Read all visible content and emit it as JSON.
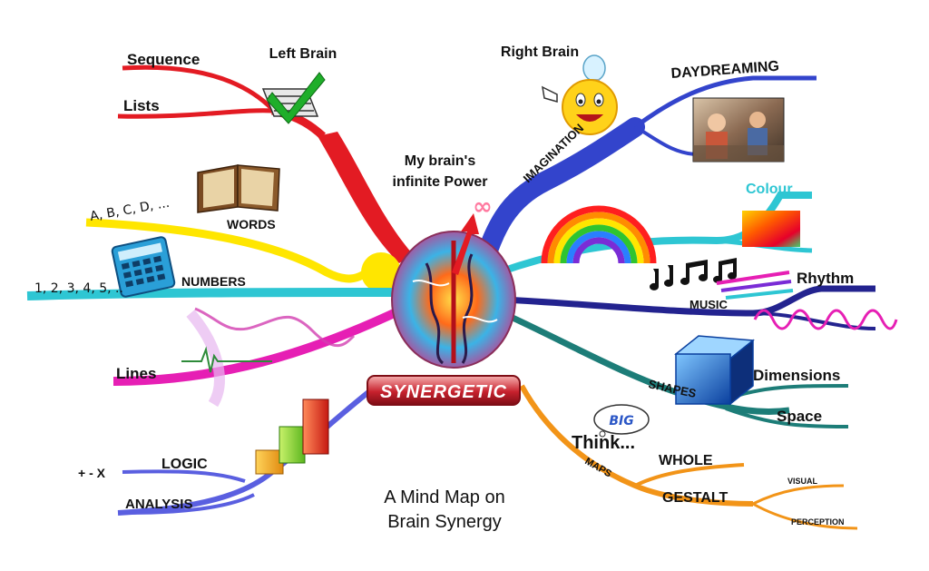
{
  "center": {
    "badge": "SYNERGETIC",
    "caption_line1": "My brain's",
    "caption_line2": "infinite Power",
    "infinity_glyph": "∞"
  },
  "title": {
    "line1": "A Mind Map on",
    "line2": "Brain Synergy"
  },
  "left_brain": {
    "label": "Left Brain",
    "branches": {
      "sequence": "Sequence",
      "lists": "Lists",
      "words": "WORDS",
      "alphabet": "A, B, C, D, ...",
      "numbers": "NUMBERS",
      "digits": "1, 2, 3, 4, 5, ..",
      "lines": "Lines",
      "logic": "LOGIC",
      "operators": "+ - X",
      "analysis": "ANALYSIS"
    }
  },
  "right_brain": {
    "label": "Right Brain",
    "branches": {
      "imagination": "IMAGINATION",
      "daydreaming": "DAYDREAMING",
      "colour": "Colour",
      "music": "MUSIC",
      "rhythm": "Rhythm",
      "shapes": "SHAPES",
      "dimensions": "Dimensions",
      "space": "Space",
      "maps": "MAPS",
      "whole": "WHOLE",
      "gestalt": "GESTALT",
      "visual": "VISUAL",
      "perception": "PERCEPTION",
      "think_bubble": "BIG",
      "think": "Think..."
    }
  },
  "colors": {
    "red": "#e31b23",
    "yellow": "#ffe600",
    "cyan": "#2ec6d3",
    "magenta": "#e61fb4",
    "indigo": "#5a5fe0",
    "blue": "#3344cc",
    "teal": "#1d7d78",
    "orange": "#f29418"
  },
  "icons": [
    "checkmark-checklist-icon",
    "lightbulb-smiley-icon",
    "open-book-icon",
    "calculator-icon",
    "rainbow-icon",
    "music-notes-icon",
    "cube-icon",
    "bar-chart-icon",
    "brain-icon",
    "classroom-photo",
    "colour-swatch",
    "sine-wave-icon",
    "think-bubble-icon"
  ]
}
